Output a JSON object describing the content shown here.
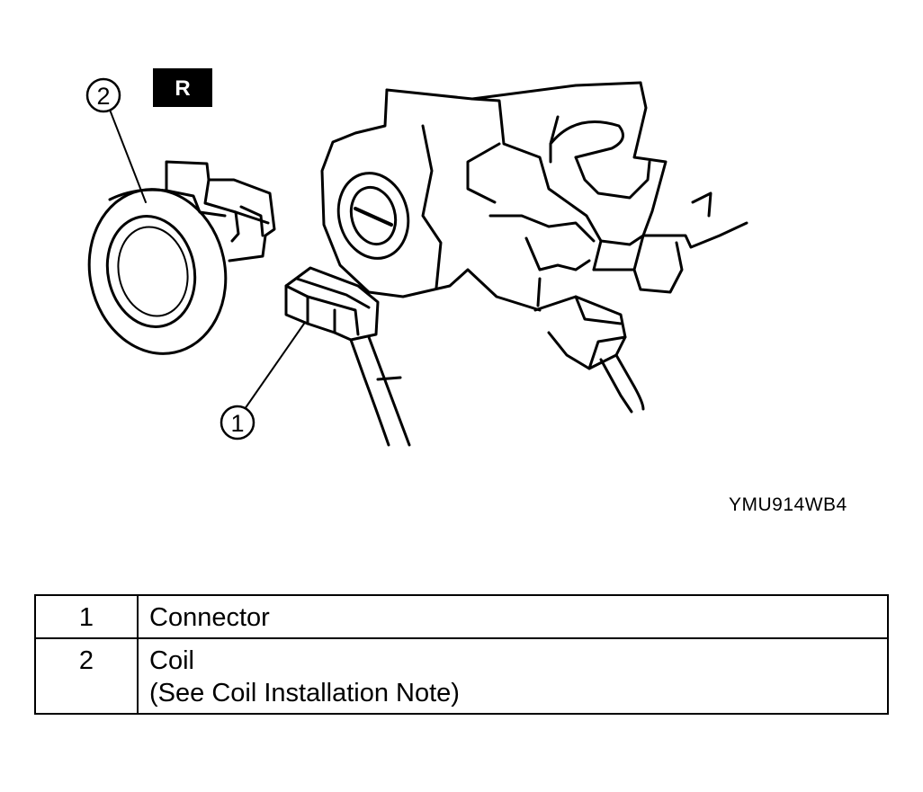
{
  "diagram": {
    "view_badge": "R",
    "callouts": [
      {
        "number": "1",
        "part": "connector"
      },
      {
        "number": "2",
        "part": "coil"
      }
    ],
    "figure_code": "YMU914WB4"
  },
  "legend": {
    "rows": [
      {
        "number": "1",
        "lines": [
          "Connector"
        ]
      },
      {
        "number": "2",
        "lines": [
          "Coil",
          "(See Coil Installation Note)"
        ]
      }
    ]
  }
}
